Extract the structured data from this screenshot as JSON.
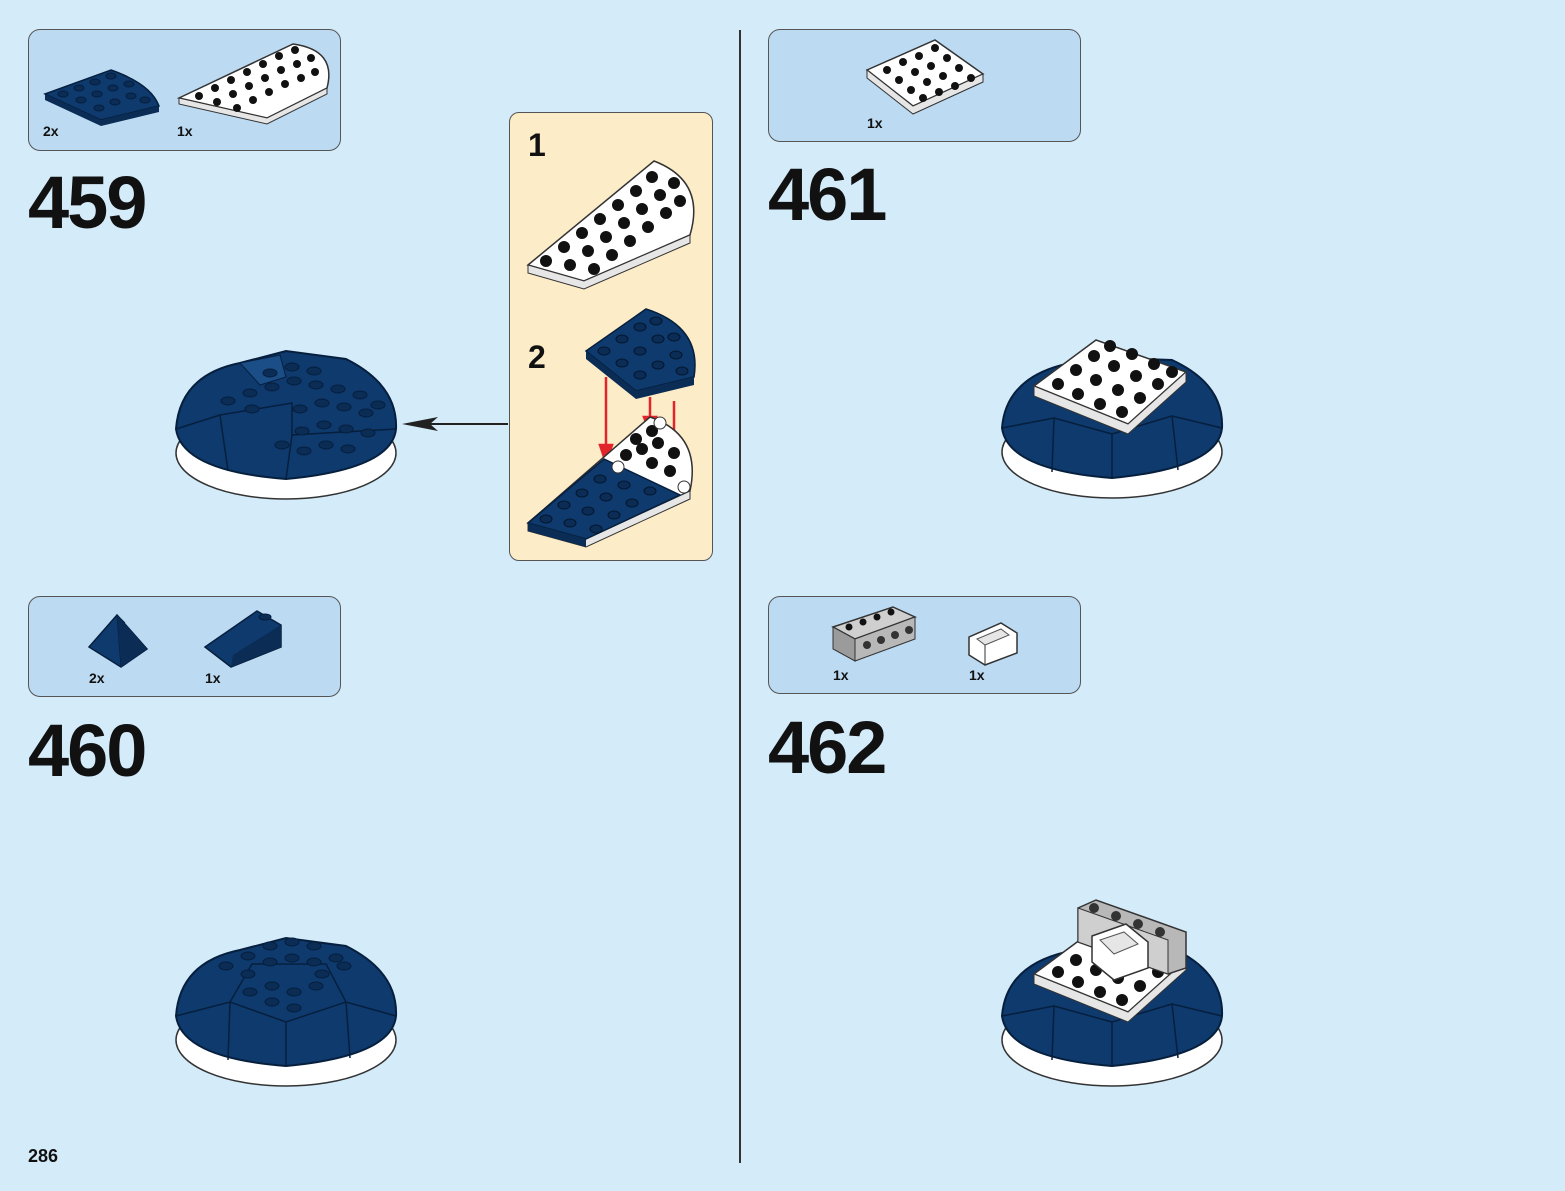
{
  "page": {
    "number": "286"
  },
  "steps": [
    {
      "number": "459",
      "parts": [
        {
          "qty": "2x",
          "icon": "dark-blue-quarter-round-plate"
        },
        {
          "qty": "1x",
          "icon": "white-half-round-plate"
        }
      ]
    },
    {
      "number": "460",
      "parts": [
        {
          "qty": "2x",
          "icon": "dark-blue-corner-slope"
        },
        {
          "qty": "1x",
          "icon": "dark-blue-slope"
        }
      ]
    },
    {
      "number": "461",
      "parts": [
        {
          "qty": "1x",
          "icon": "white-4x4-plate"
        }
      ]
    },
    {
      "number": "462",
      "parts": [
        {
          "qty": "1x",
          "icon": "grey-1x4-brick-with-studs"
        },
        {
          "qty": "1x",
          "icon": "white-container"
        }
      ]
    }
  ],
  "substeps": [
    {
      "number": "1"
    },
    {
      "number": "2"
    }
  ],
  "colors": {
    "background": "#d4ebfa",
    "parts_box": "#bcdbf3",
    "substep_box": "#fdecc8",
    "dark_blue": "#0e3a6e",
    "white_part": "#ffffff",
    "grey_part": "#b8b8b8",
    "arrow_red": "#e2252b"
  }
}
